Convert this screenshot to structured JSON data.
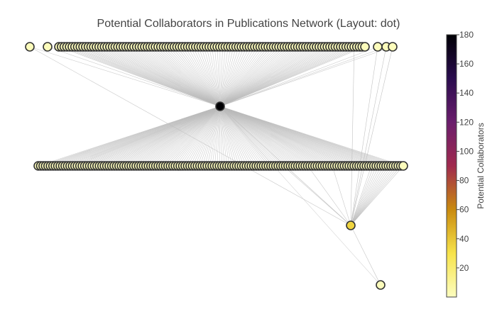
{
  "title": "Potential Collaborators in Publications Network (Layout: dot)",
  "colorbar": {
    "title": "Potential Collaborators",
    "min": 0,
    "max": 180,
    "ticks": [
      20,
      40,
      60,
      80,
      100,
      120,
      140,
      160,
      180
    ],
    "colorscale": [
      "#fcfdbf",
      "#f7e34a",
      "#c98a0e",
      "#a02a4e",
      "#6a1d6c",
      "#2a0c4e",
      "#000004"
    ]
  },
  "chart_data": {
    "type": "network",
    "layout": "dot",
    "value_label": "Potential Collaborators",
    "node_counts": {
      "top_row": 120,
      "middle_row": 150,
      "hub": 1,
      "secondary_hub": 1,
      "bottom": 1
    },
    "hub_value": 180,
    "secondary_hub_value": 35,
    "leaf_value": 1,
    "edge_color": "#bbbbbb",
    "node_outline": "#333333"
  }
}
